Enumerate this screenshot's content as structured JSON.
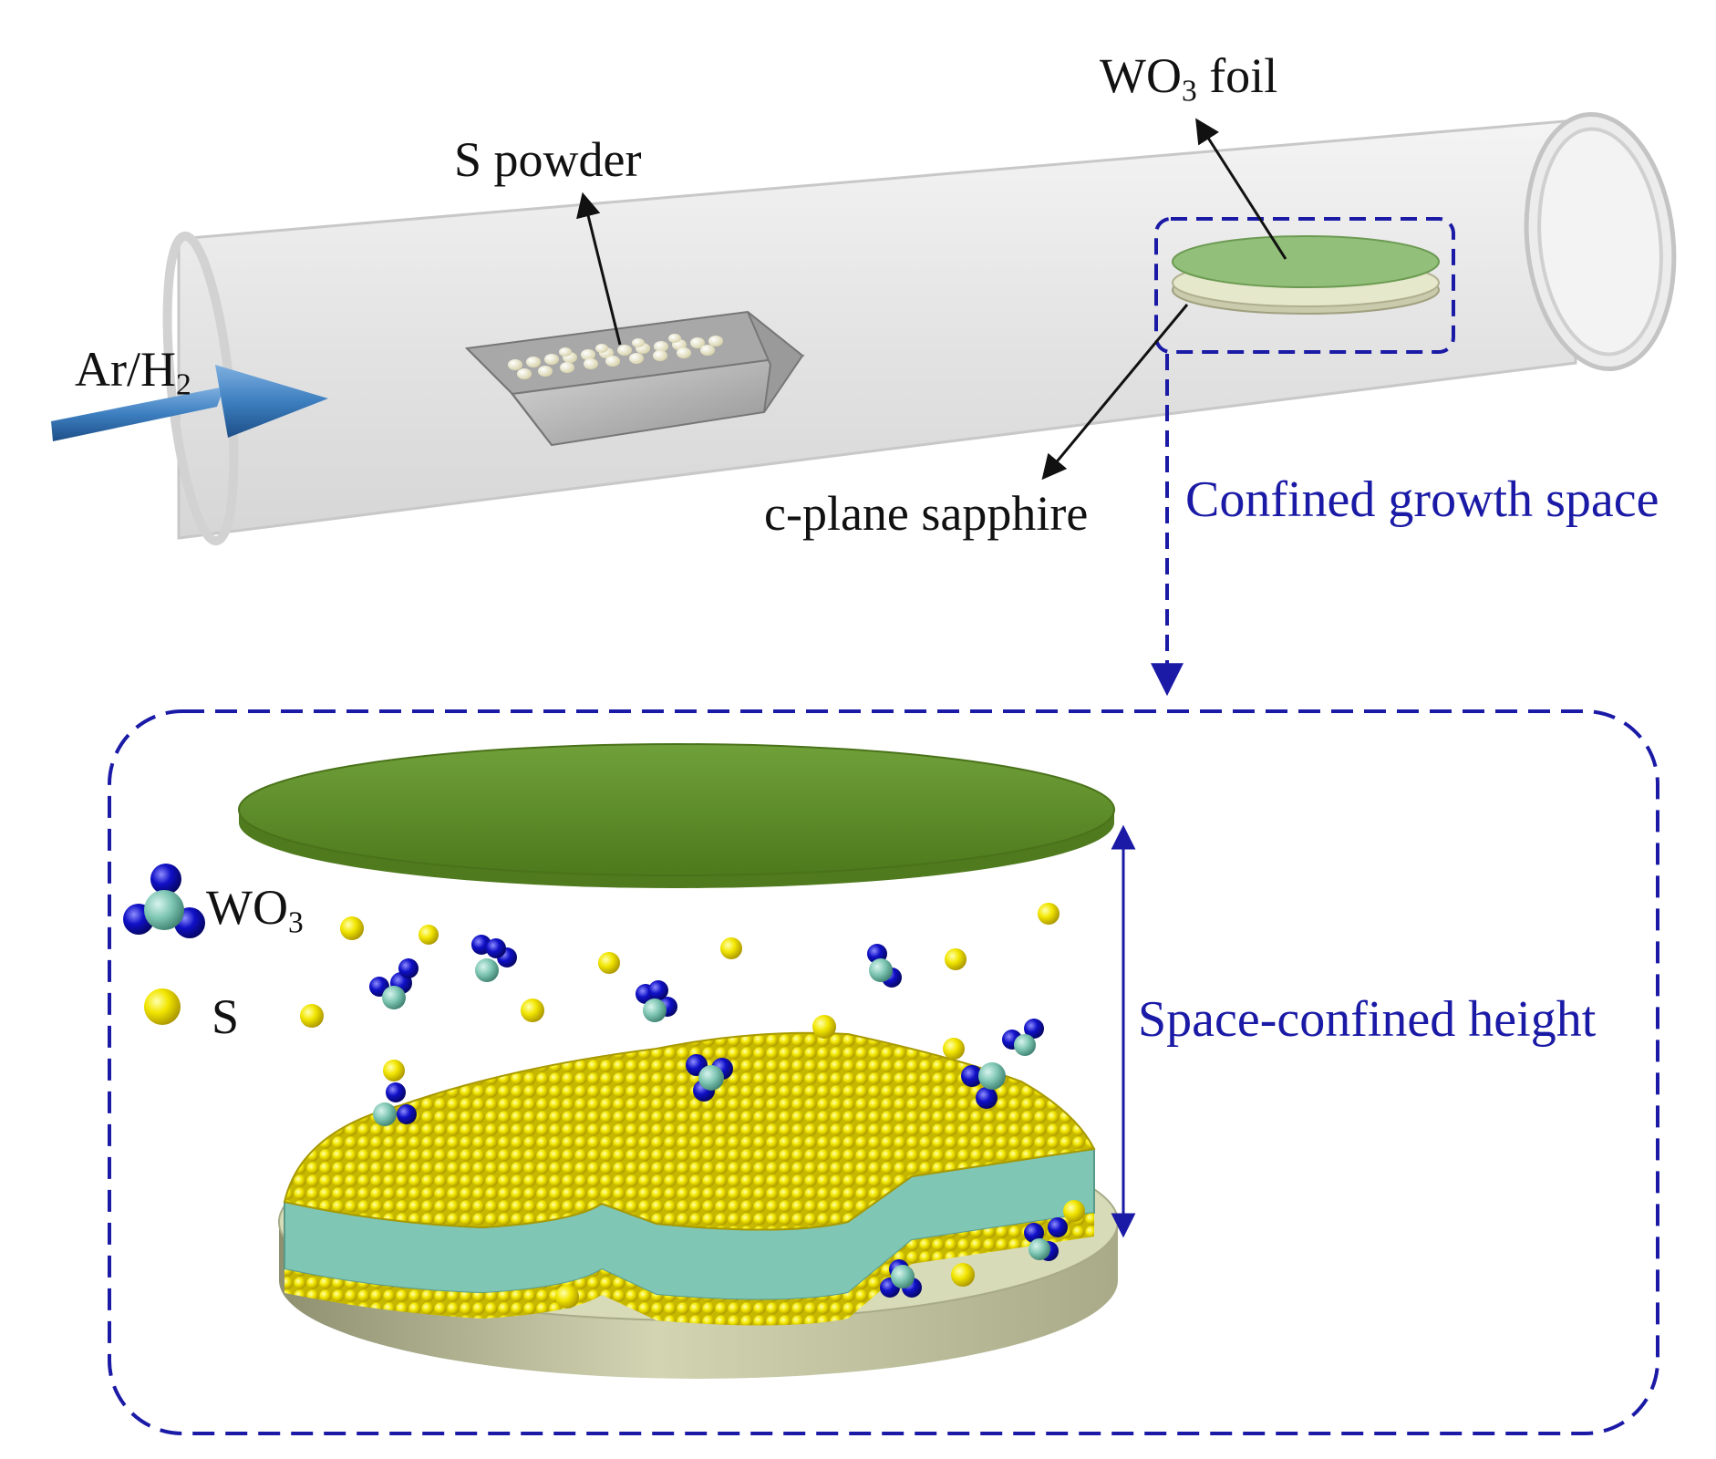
{
  "labels": {
    "wo3_foil": {
      "main": "WO",
      "sub": "3",
      "suffix": " foil"
    },
    "s_powder": "S powder",
    "ar_h2": {
      "main": "Ar/H",
      "sub": "2"
    },
    "c_plane": "c-plane sapphire",
    "confined_space": "Confined growth space",
    "legend_wo3": {
      "main": "WO",
      "sub": "3"
    },
    "legend_s": "S",
    "space_height": "Space-confined height"
  },
  "colors": {
    "accent_blue": "#1a1aa6",
    "foil_green": "#5e8c24",
    "sulfur_yellow": "#f2e600",
    "tungsten_teal": "#7fc6b4",
    "oxygen_blue": "#1010c8",
    "sapphire": "#d4d6b4",
    "flow_arrow": "#3d7fc0"
  }
}
